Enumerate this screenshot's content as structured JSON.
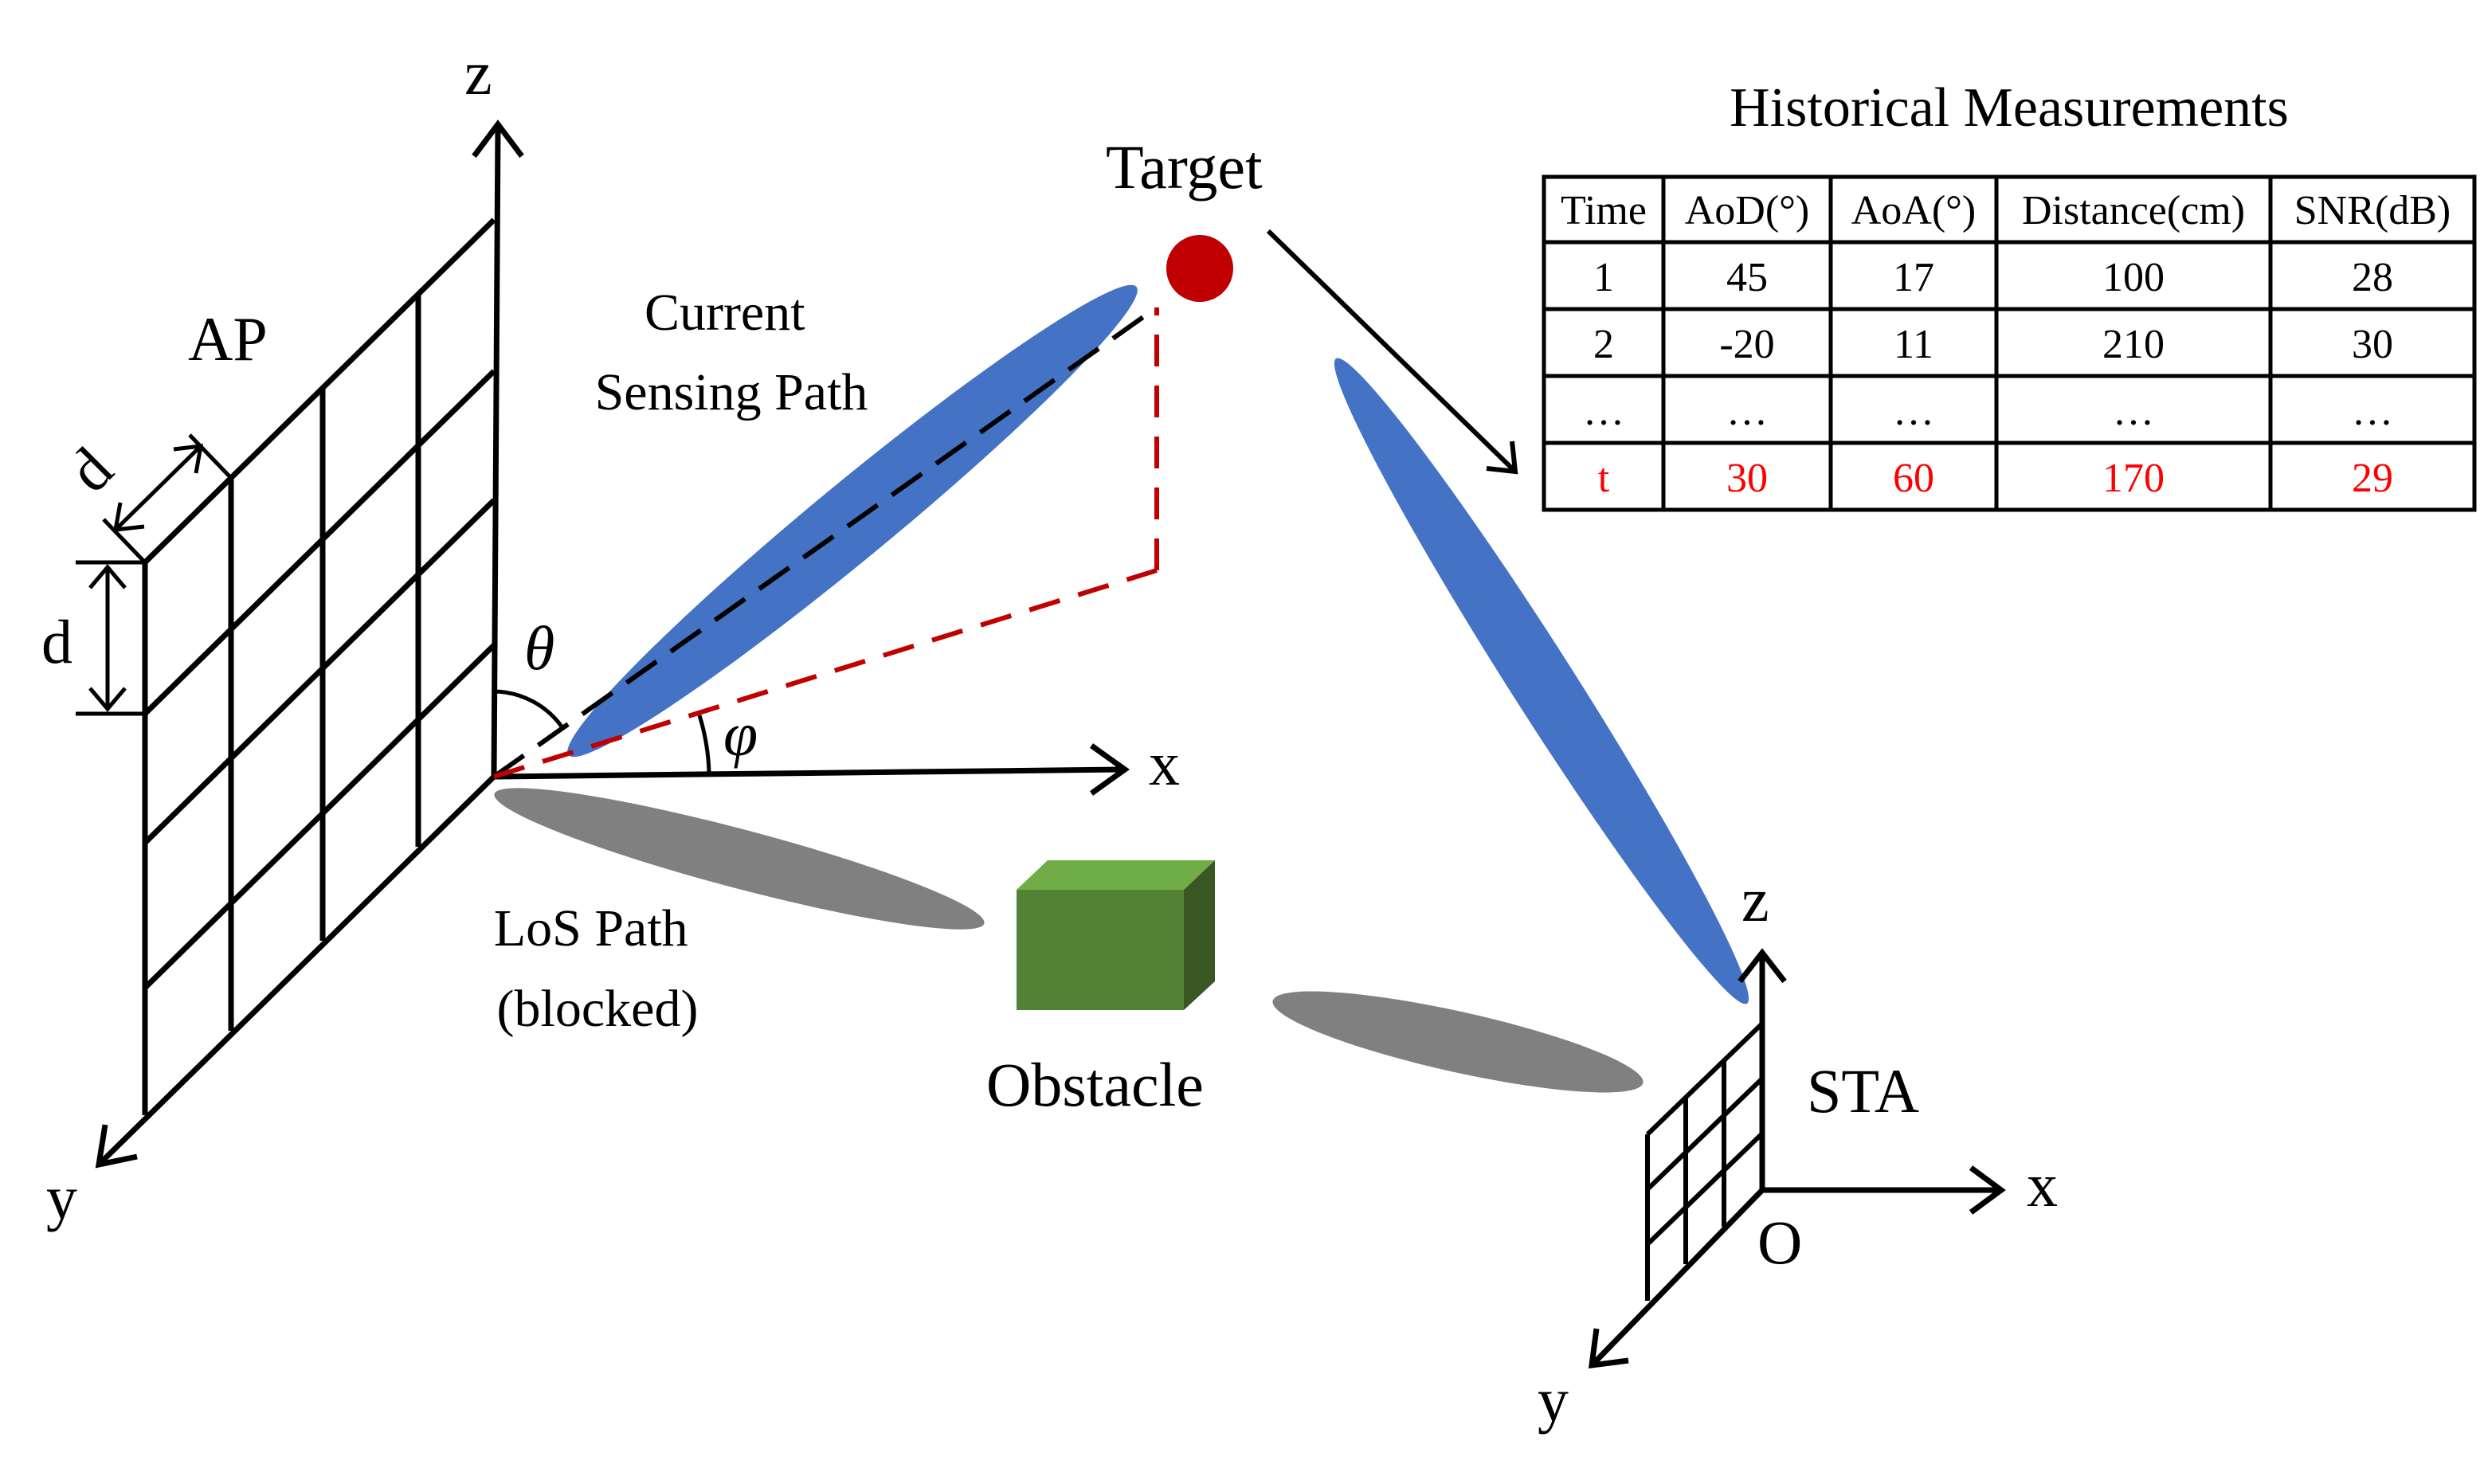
{
  "labels": {
    "ap": "AP",
    "sta": "STA",
    "target": "Target",
    "obstacle": "Obstacle",
    "current_path": [
      "Current",
      "Sensing Path"
    ],
    "los_path": [
      "LoS Path",
      "(blocked)"
    ],
    "theta": "θ",
    "phi": "φ",
    "d": "d",
    "axes_ap": {
      "x": "x",
      "y": "y",
      "z": "z"
    },
    "axes_sta": {
      "x": "x",
      "y": "y",
      "z": "z",
      "origin": "O"
    }
  },
  "table": {
    "title": "Historical Measurements",
    "headers": [
      "Time",
      "AoD(°)",
      "AoA(°)",
      "Distance(cm)",
      "SNR(dB)"
    ],
    "rows": [
      [
        "1",
        "45",
        "17",
        "100",
        "28"
      ],
      [
        "2",
        "-20",
        "11",
        "210",
        "30"
      ],
      [
        "…",
        "…",
        "…",
        "…",
        "…"
      ],
      [
        "t",
        "30",
        "60",
        "170",
        "29"
      ]
    ],
    "highlight_row": 3
  },
  "colors": {
    "beam_blue": "#4472C4",
    "shadow_gray": "#808080",
    "target_red": "#C00000",
    "projection_red": "#C00000",
    "highlight_red": "#FF0000",
    "obstacle_front": "#548235",
    "obstacle_top": "#70AD47",
    "obstacle_side": "#385723"
  }
}
